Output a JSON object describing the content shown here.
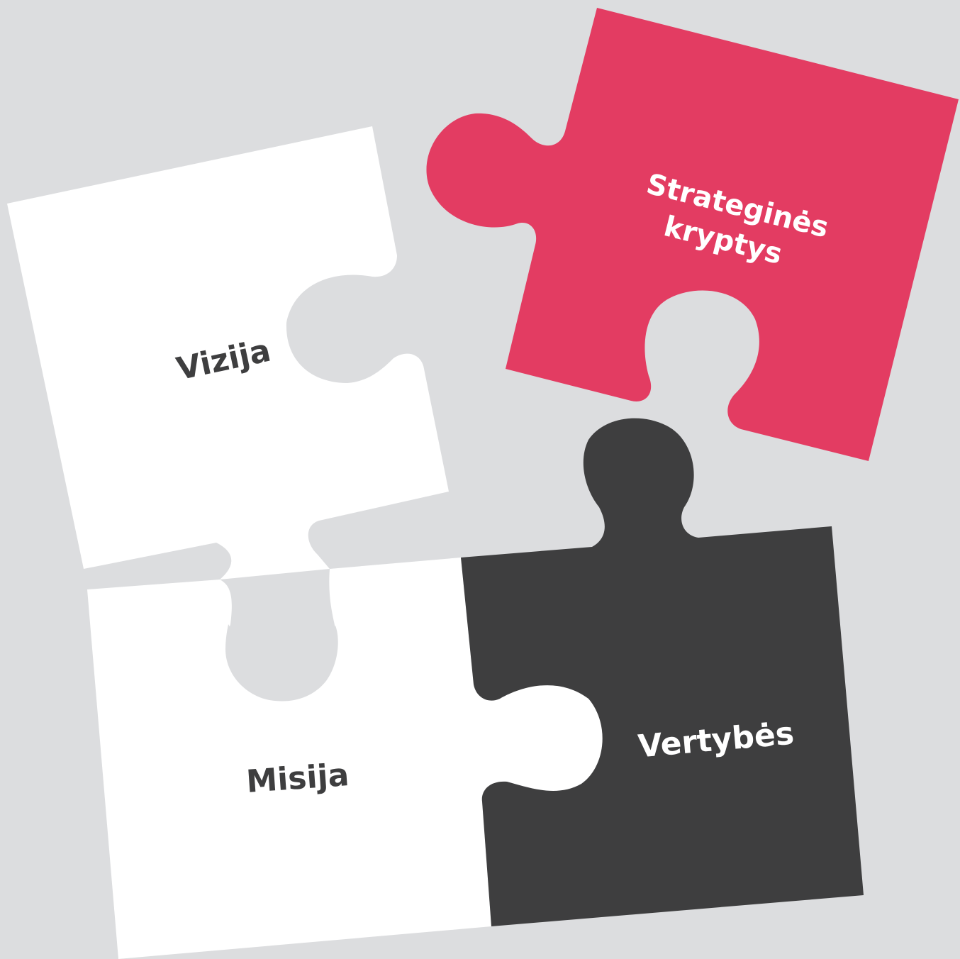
{
  "colors": {
    "background": "#dcdddf",
    "white_piece": "#ffffff",
    "red_piece": "#e33c62",
    "dark_piece": "#3e3e3f",
    "dark_text": "#3e3e3f",
    "light_text": "#ffffff"
  },
  "pieces": {
    "vizija": {
      "label": "Vizija"
    },
    "strategines": {
      "line1": "Strateginės",
      "line2": "kryptys"
    },
    "misija": {
      "label": "Misija"
    },
    "vertybes": {
      "label": "Vertybės"
    }
  }
}
